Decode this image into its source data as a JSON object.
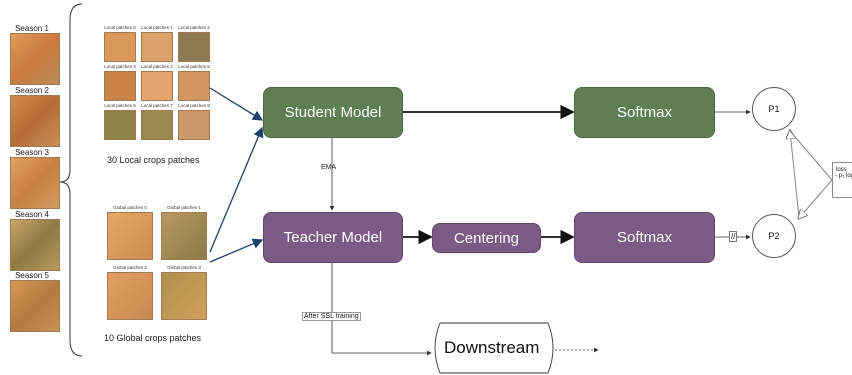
{
  "seasons": [
    "Season 1",
    "Season 2",
    "Season 3",
    "Season 4",
    "Season 5"
  ],
  "local_patches": {
    "labels": [
      "Local patches 0",
      "Local patches 1",
      "Local patches 2",
      "Local patches 3",
      "Local patches 4",
      "Local patches 5",
      "Local patches 6",
      "Local patches 7",
      "Local patches 8"
    ],
    "caption": "30 Local crops patches"
  },
  "global_patches": {
    "labels": [
      "Global patches 0",
      "Global patches 1",
      "Global patches 2",
      "Global patches 3"
    ],
    "caption": "10 Global crops patches"
  },
  "nodes": {
    "student": "Student Model",
    "teacher": "Teacher Model",
    "centering": "Centering",
    "softmax_top": "Softmax",
    "softmax_bottom": "Softmax",
    "p1": "P1",
    "p2": "P2",
    "downstream": "Downstream"
  },
  "edge_labels": {
    "ema": "EMA",
    "after_ssl": "After SSL training",
    "stop_grad": "//"
  },
  "loss_note": {
    "line1": "loss",
    "line2": "- p₂ log"
  },
  "colors": {
    "student_green": "#5f7e53",
    "teacher_purple": "#7b5b86",
    "arrow_blue": "#1f3f6e"
  }
}
